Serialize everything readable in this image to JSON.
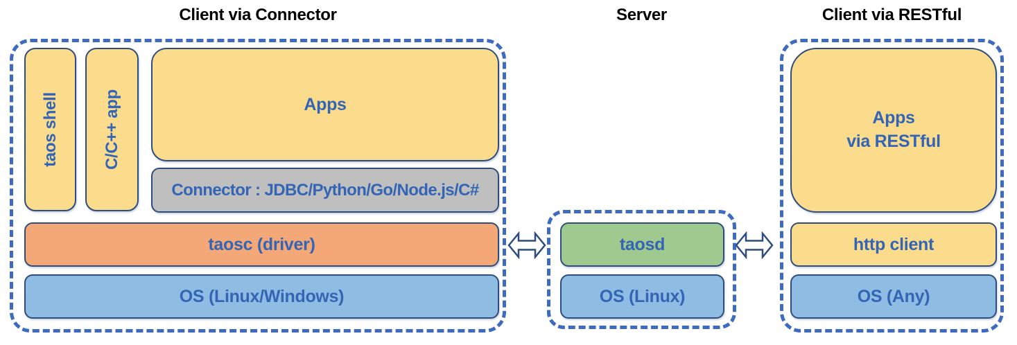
{
  "sections": {
    "client_connector": {
      "title": "Client via Connector",
      "taos_shell": "taos shell",
      "c_app": "C/C++ app",
      "apps": "Apps",
      "connector": "Connector : JDBC/Python/Go/Node.js/C#",
      "taosc": "taosc (driver)",
      "os": "OS (Linux/Windows)"
    },
    "server": {
      "title": "Server",
      "taosd": "taosd",
      "os": "OS (Linux)"
    },
    "client_restful": {
      "title": "Client via RESTful",
      "apps_line1": "Apps",
      "apps_line2": "via RESTful",
      "http_client": "http client",
      "os": "OS (Any)"
    }
  },
  "connections": [
    {
      "from": "client_connector",
      "to": "server",
      "type": "bidirectional-arrow"
    },
    {
      "from": "server",
      "to": "client_restful",
      "type": "bidirectional-arrow"
    }
  ],
  "colors": {
    "app_box_fill": "#FBDC8C",
    "connector_fill": "#BFBFBF",
    "driver_fill": "#F4A878",
    "os_fill": "#8FBCE3",
    "server_fill": "#9FC98F",
    "box_border": "#2E4D7E",
    "dashed_border": "#3E6BBF",
    "label_text": "#3465B5",
    "title_text": "#000000",
    "arrow_fill": "#FFFFFF"
  }
}
